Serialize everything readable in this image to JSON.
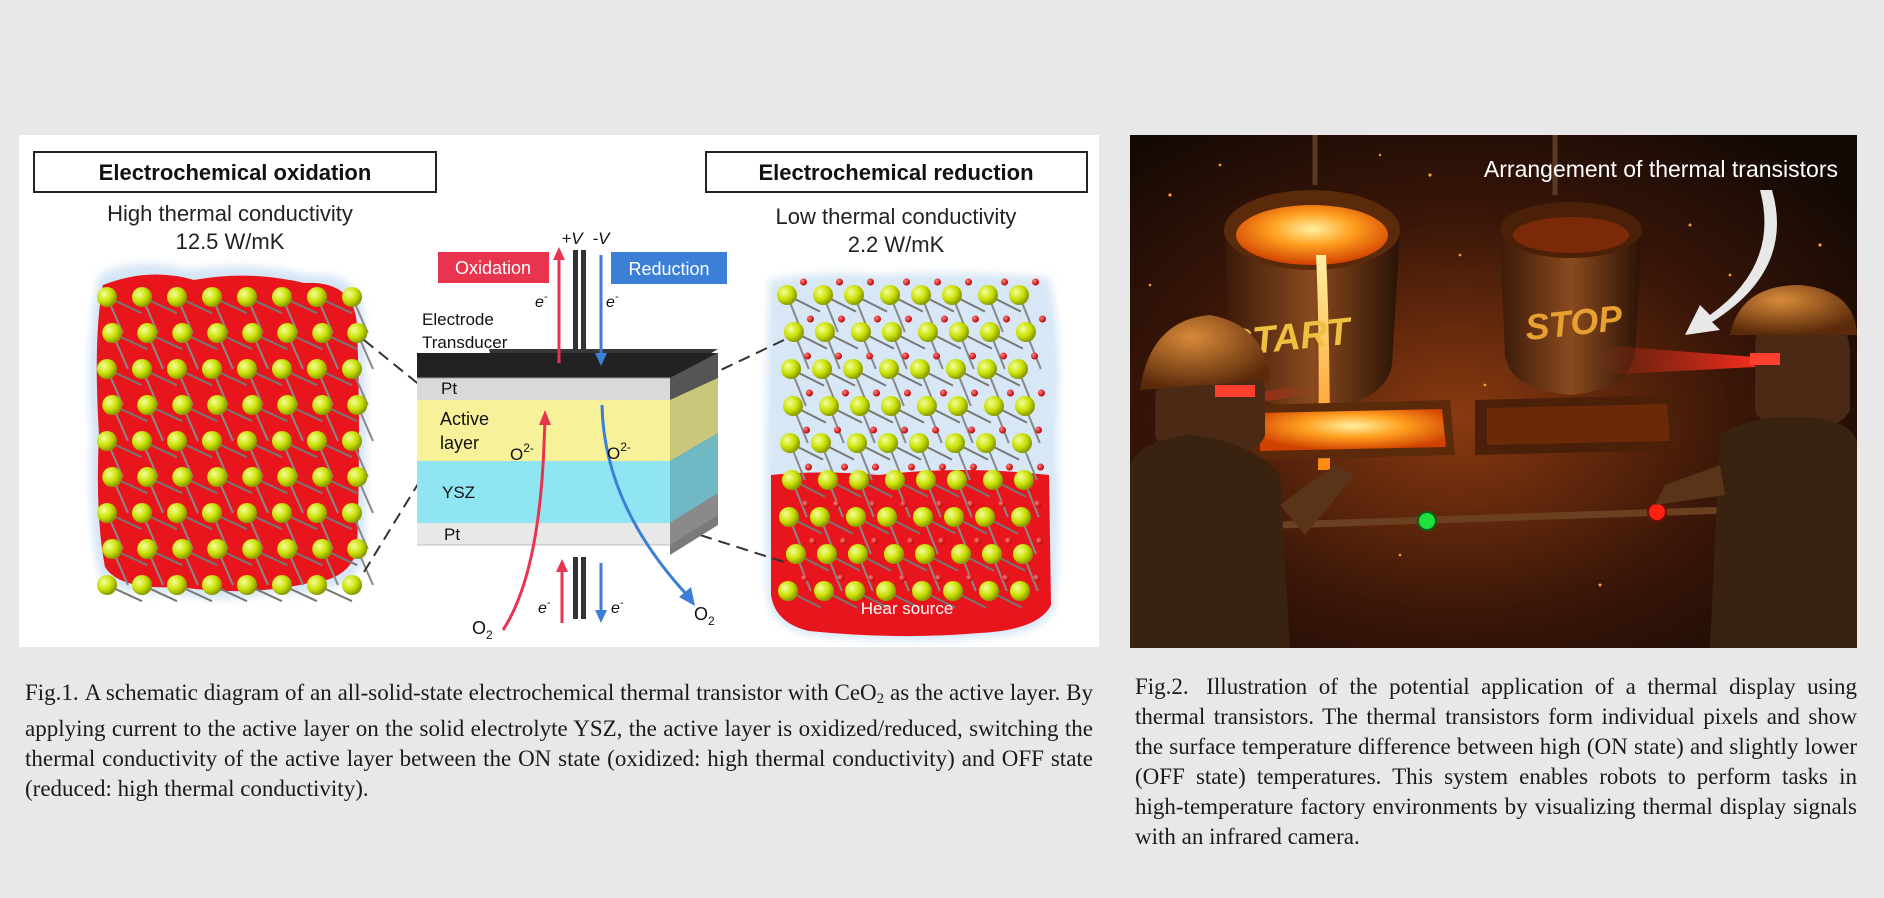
{
  "fig1": {
    "left_box_title": "Electrochemical oxidation",
    "right_box_title": "Electrochemical reduction",
    "left_state": "High thermal conductivity",
    "left_value": "12.5 W/mK",
    "right_state": "Low thermal conductivity",
    "right_value": "2.2 W/mK",
    "oxidation_label": "Oxidation",
    "reduction_label": "Reduction",
    "plus_v": "+V",
    "minus_v": "-V",
    "electron": "e",
    "electron_sup": "-",
    "electrode_line1": "Electrode",
    "electrode_line2": "Transducer",
    "pt_top": "Pt",
    "active_line1": "Active",
    "active_line2": "layer",
    "ysz": "YSZ",
    "pt_bottom": "Pt",
    "o_ion": "O",
    "o_ion_sup": "2-",
    "o2_base": "O",
    "o2_sub": "2",
    "heat_source_left": "Hear source",
    "heat_source_right": "Hear source",
    "colors": {
      "oxidation": "#e8344f",
      "reduction": "#3b7fd6",
      "active_layer": "#f7f199",
      "ysz": "#8fe6f2",
      "atom": "#c8e000",
      "heat": "#e8161c"
    }
  },
  "fig2": {
    "annotation": "Arrangement of thermal transistors",
    "start_text": "START",
    "stop_text": "STOP"
  },
  "captions": {
    "fig1_num": "Fig.1.",
    "fig1_text_a": "A schematic diagram of an all-solid-state electrochemical thermal transistor with CeO",
    "fig1_sub": "2",
    "fig1_text_b": " as the active layer. By applying current to the active layer on the solid electrolyte YSZ, the active layer is oxidized/reduced, switching the thermal conductivity of the active layer between the ON state (oxidized: high thermal conductivity) and OFF state (reduced: high thermal conductivity).",
    "fig2_num": "Fig.2.",
    "fig2_text": "Illustration of the potential application of a thermal display using thermal transistors. The thermal transistors form individual pixels and show the surface temperature difference between high (ON state) and slightly lower (OFF state) temperatures. This system enables robots to perform tasks in high-temperature factory environments by visualizing thermal display signals with an infrared camera."
  }
}
